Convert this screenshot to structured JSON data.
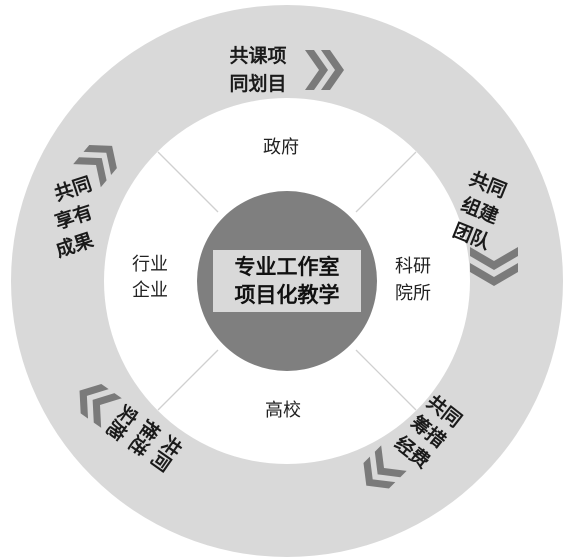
{
  "diagram": {
    "center": {
      "line1": "专业工作室",
      "line2": "项目化教学"
    },
    "partners": {
      "top": "政府",
      "bottom": "高校",
      "left": [
        "行业",
        "企业"
      ],
      "right": [
        "科研",
        "院所"
      ]
    },
    "outer": {
      "top": [
        "共课项",
        "同划目"
      ],
      "right": [
        "共同",
        "组建",
        "团队"
      ],
      "bottom_right": [
        "共同",
        "筹措",
        "经费"
      ],
      "bottom_left": [
        "共同",
        "推进",
        "实施"
      ],
      "left": [
        "共同",
        "享有",
        "成果"
      ]
    },
    "colors": {
      "outer_ring": "#d9d9d9",
      "inner_disc": "#7f7f7f",
      "label_box": "#d9d9d9",
      "chevron": "#7a7a7a",
      "divider": "#d0d0d0"
    }
  }
}
